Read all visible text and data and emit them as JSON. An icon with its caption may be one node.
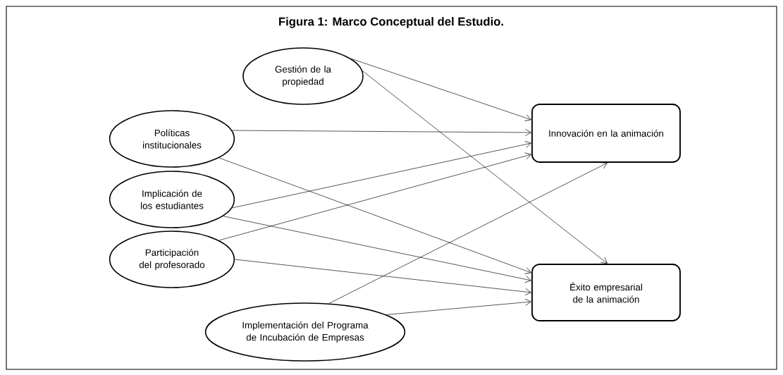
{
  "diagram": {
    "title": "Figura 1: Marco Conceptual del Estudio.",
    "nodes": [
      {
        "text": [
          "Gestión de la propiedad"
        ]
      },
      {
        "text": [
          "Políticas institucionales"
        ]
      },
      {
        "text": [
          "Implicación de los estudiantes"
        ]
      },
      {
        "text": [
          "Participación del profesorado"
        ]
      },
      {
        "text": [
          "Implementación del Programa de Incubación de Empresas"
        ]
      },
      {
        "text": [
          "Innovación en la animación"
        ]
      },
      {
        "text": [
          "Éxito empresarial de la animación"
        ]
      }
    ],
    "edges": [
      {
        "from": 0,
        "to": 5,
        "arrow": "to"
      },
      {
        "from": 0,
        "to": 6,
        "arrow": "to"
      },
      {
        "from": 1,
        "to": 5,
        "arrow": "to"
      },
      {
        "from": 1,
        "to": 6,
        "arrow": "to"
      },
      {
        "from": 2,
        "to": 5,
        "arrow": "to"
      },
      {
        "from": 2,
        "to": 6,
        "arrow": "to"
      },
      {
        "from": 3,
        "to": 5,
        "arrow": "to"
      },
      {
        "from": 3,
        "to": 6,
        "arrow": "to"
      },
      {
        "from": 4,
        "to": 5,
        "arrow": "to"
      },
      {
        "from": 4,
        "to": 6,
        "arrow": "to"
      }
    ]
  }
}
